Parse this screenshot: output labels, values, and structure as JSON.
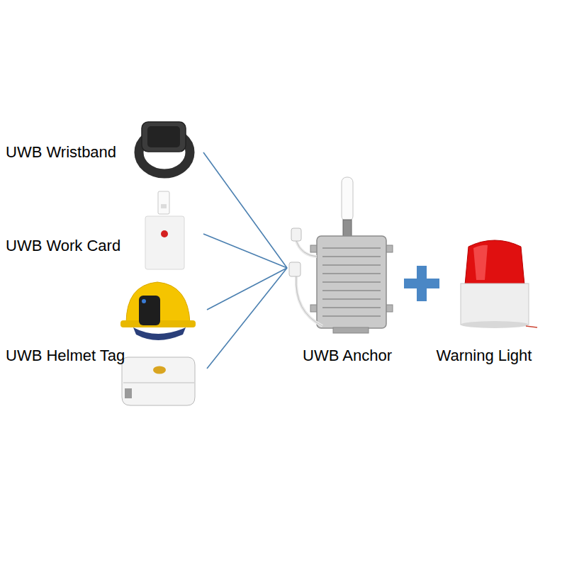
{
  "diagram": {
    "nodes": [
      {
        "text": [
          "UWB Wristband"
        ]
      },
      {
        "text": [
          "UWB Work Card"
        ]
      },
      {
        "text": [
          "UWB Helmet Tag"
        ]
      },
      {
        "text": [
          "UWB Anchor"
        ]
      },
      {
        "text": [
          "Warning Light"
        ]
      }
    ],
    "edges": [
      {
        "from": 0,
        "to": 3,
        "arrow": "none"
      },
      {
        "from": 1,
        "to": 3,
        "arrow": "none"
      },
      {
        "from": 2,
        "to": 3,
        "arrow": "none"
      },
      {
        "from": 2,
        "to": 3,
        "arrow": "none"
      }
    ]
  }
}
